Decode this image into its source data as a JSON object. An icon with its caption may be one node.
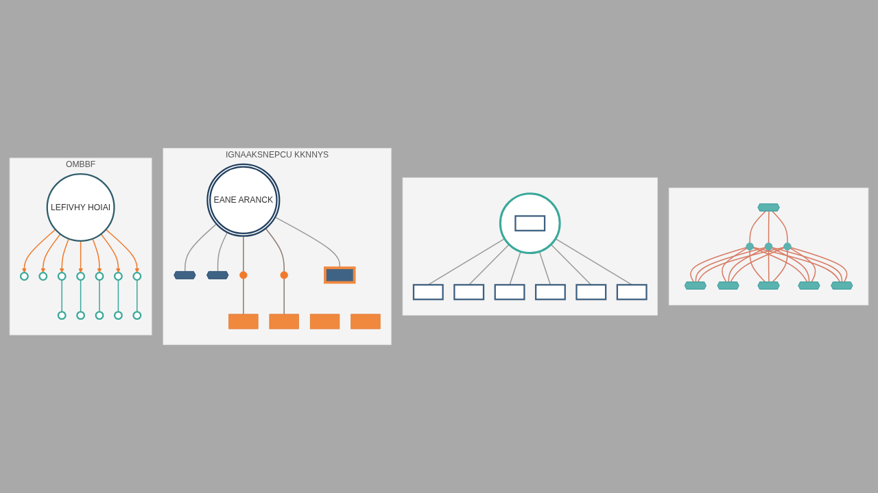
{
  "diagram": {
    "nodes": [
      {
        "text": [
          "OMBBF"
        ]
      },
      {
        "text": [
          "LEFIVHY HOIAI"
        ],
        "in": 0
      },
      {
        "text": [],
        "shape": "circle",
        "in": 0
      },
      {
        "text": [],
        "shape": "circle",
        "in": 0
      },
      {
        "text": [],
        "shape": "circle",
        "in": 0
      },
      {
        "text": [],
        "shape": "circle",
        "in": 0
      },
      {
        "text": [],
        "shape": "circle",
        "in": 0
      },
      {
        "text": [],
        "shape": "circle",
        "in": 0
      },
      {
        "text": [],
        "shape": "circle",
        "in": 0
      },
      {
        "text": [],
        "shape": "circle",
        "in": 0
      },
      {
        "text": [],
        "shape": "circle",
        "in": 0
      },
      {
        "text": [],
        "shape": "circle",
        "in": 0
      },
      {
        "text": [],
        "shape": "circle",
        "in": 0
      },
      {
        "text": [],
        "shape": "circle",
        "in": 0
      },
      {
        "text": [
          "IGNAAKSNEPCU KKNNYS"
        ]
      },
      {
        "text": [
          "EANE ARANCK"
        ],
        "in": 14
      },
      {
        "text": [],
        "shape": "box",
        "in": 14
      },
      {
        "text": [],
        "shape": "hexagon",
        "in": 14
      },
      {
        "text": [],
        "shape": "box",
        "in": 14
      },
      {
        "text": [],
        "shape": "box",
        "in": 14
      },
      {
        "text": [],
        "shape": "hexagon",
        "in": 14
      },
      {
        "text": [],
        "shape": "box",
        "in": 14
      },
      {
        "text": [],
        "shape": "circle",
        "in": 14
      },
      {
        "text": [],
        "shape": "circle",
        "in": 14
      },
      {
        "text": [],
        "shape": "box",
        "in": 14
      },
      {
        "text": [],
        "shape": "box"
      },
      {
        "text": [],
        "shape": "box",
        "in": 25
      },
      {
        "text": [],
        "shape": "box",
        "in": 25
      },
      {
        "text": [],
        "shape": "box",
        "in": 25
      },
      {
        "text": [],
        "shape": "box",
        "in": 25
      },
      {
        "text": [],
        "shape": "circle",
        "in": 25
      },
      {
        "text": [],
        "shape": "box",
        "in": 30
      },
      {
        "text": [],
        "shape": "box",
        "in": 25
      },
      {
        "text": [],
        "shape": "box",
        "in": 25
      },
      {
        "text": [],
        "shape": "box"
      },
      {
        "text": [],
        "shape": "hexagon",
        "in": 34
      },
      {
        "text": [],
        "shape": "circle",
        "in": 34
      },
      {
        "text": [],
        "shape": "circle",
        "in": 34
      },
      {
        "text": [],
        "shape": "circle",
        "in": 34
      },
      {
        "text": [],
        "shape": "hexagon",
        "in": 34
      },
      {
        "text": [],
        "shape": "hexagon",
        "in": 34
      },
      {
        "text": [],
        "shape": "hexagon",
        "in": 34
      },
      {
        "text": [],
        "shape": "hexagon",
        "in": 34
      },
      {
        "text": [],
        "shape": "hexagon",
        "in": 34
      }
    ],
    "edges": [
      {
        "from": 1,
        "to": 2,
        "arrow": "to",
        "color": "#f07a2b"
      },
      {
        "from": 1,
        "to": 3,
        "arrow": "to",
        "color": "#f07a2b"
      },
      {
        "from": 1,
        "to": 5,
        "arrow": "to",
        "color": "#f07a2b"
      },
      {
        "from": 1,
        "to": 6,
        "arrow": "to",
        "color": "#f07a2b"
      },
      {
        "from": 1,
        "to": 8,
        "arrow": "to",
        "color": "#f07a2b"
      },
      {
        "from": 1,
        "to": 9,
        "arrow": "to",
        "color": "#f07a2b"
      },
      {
        "from": 1,
        "to": 10,
        "arrow": "to",
        "color": "#f07a2b"
      },
      {
        "from": 5,
        "to": 4,
        "arrow": "none",
        "color": "#3aa89a"
      },
      {
        "from": 6,
        "to": 7,
        "arrow": "none",
        "color": "#3aa89a"
      },
      {
        "from": 8,
        "to": 11,
        "arrow": "none",
        "color": "#3aa89a"
      },
      {
        "from": 9,
        "to": 12,
        "arrow": "none",
        "color": "#3aa89a"
      },
      {
        "from": 10,
        "to": 13,
        "arrow": "none",
        "color": "#3aa89a"
      },
      {
        "from": 15,
        "to": 17,
        "arrow": "none",
        "color": "#9a9a9a"
      },
      {
        "from": 15,
        "to": 20,
        "arrow": "none",
        "color": "#9a9a9a"
      },
      {
        "from": 15,
        "to": 22,
        "arrow": "none",
        "color": "#8c7b70"
      },
      {
        "from": 22,
        "to": 18,
        "arrow": "none",
        "color": "#8c7b70"
      },
      {
        "from": 15,
        "to": 23,
        "arrow": "none",
        "color": "#8c7b70"
      },
      {
        "from": 23,
        "to": 21,
        "arrow": "none",
        "color": "#8c7b70"
      },
      {
        "from": 15,
        "to": 24,
        "arrow": "none",
        "color": "#9a9a9a"
      },
      {
        "from": 30,
        "to": 26,
        "arrow": "none",
        "color": "#9a9a9a"
      },
      {
        "from": 30,
        "to": 27,
        "arrow": "none",
        "color": "#9a9a9a"
      },
      {
        "from": 30,
        "to": 28,
        "arrow": "none",
        "color": "#9a9a9a"
      },
      {
        "from": 30,
        "to": 29,
        "arrow": "none",
        "color": "#9a9a9a"
      },
      {
        "from": 30,
        "to": 32,
        "arrow": "none",
        "color": "#9a9a9a"
      },
      {
        "from": 30,
        "to": 33,
        "arrow": "none",
        "color": "#9a9a9a"
      },
      {
        "from": 35,
        "to": 36,
        "arrow": "none"
      },
      {
        "from": 35,
        "to": 37,
        "arrow": "none"
      },
      {
        "from": 35,
        "to": 38,
        "arrow": "none"
      },
      {
        "from": 36,
        "to": 39,
        "arrow": "none"
      },
      {
        "from": 36,
        "to": 40,
        "arrow": "none"
      },
      {
        "from": 36,
        "to": 41,
        "arrow": "none"
      },
      {
        "from": 36,
        "to": 42,
        "arrow": "none"
      },
      {
        "from": 36,
        "to": 43,
        "arrow": "none"
      },
      {
        "from": 37,
        "to": 39,
        "arrow": "none"
      },
      {
        "from": 37,
        "to": 40,
        "arrow": "none"
      },
      {
        "from": 37,
        "to": 41,
        "arrow": "none"
      },
      {
        "from": 37,
        "to": 42,
        "arrow": "none"
      },
      {
        "from": 37,
        "to": 43,
        "arrow": "none"
      },
      {
        "from": 38,
        "to": 39,
        "arrow": "none"
      },
      {
        "from": 38,
        "to": 40,
        "arrow": "none"
      },
      {
        "from": 38,
        "to": 41,
        "arrow": "none"
      },
      {
        "from": 38,
        "to": 42,
        "arrow": "none"
      },
      {
        "from": 38,
        "to": 43,
        "arrow": "none"
      }
    ]
  }
}
